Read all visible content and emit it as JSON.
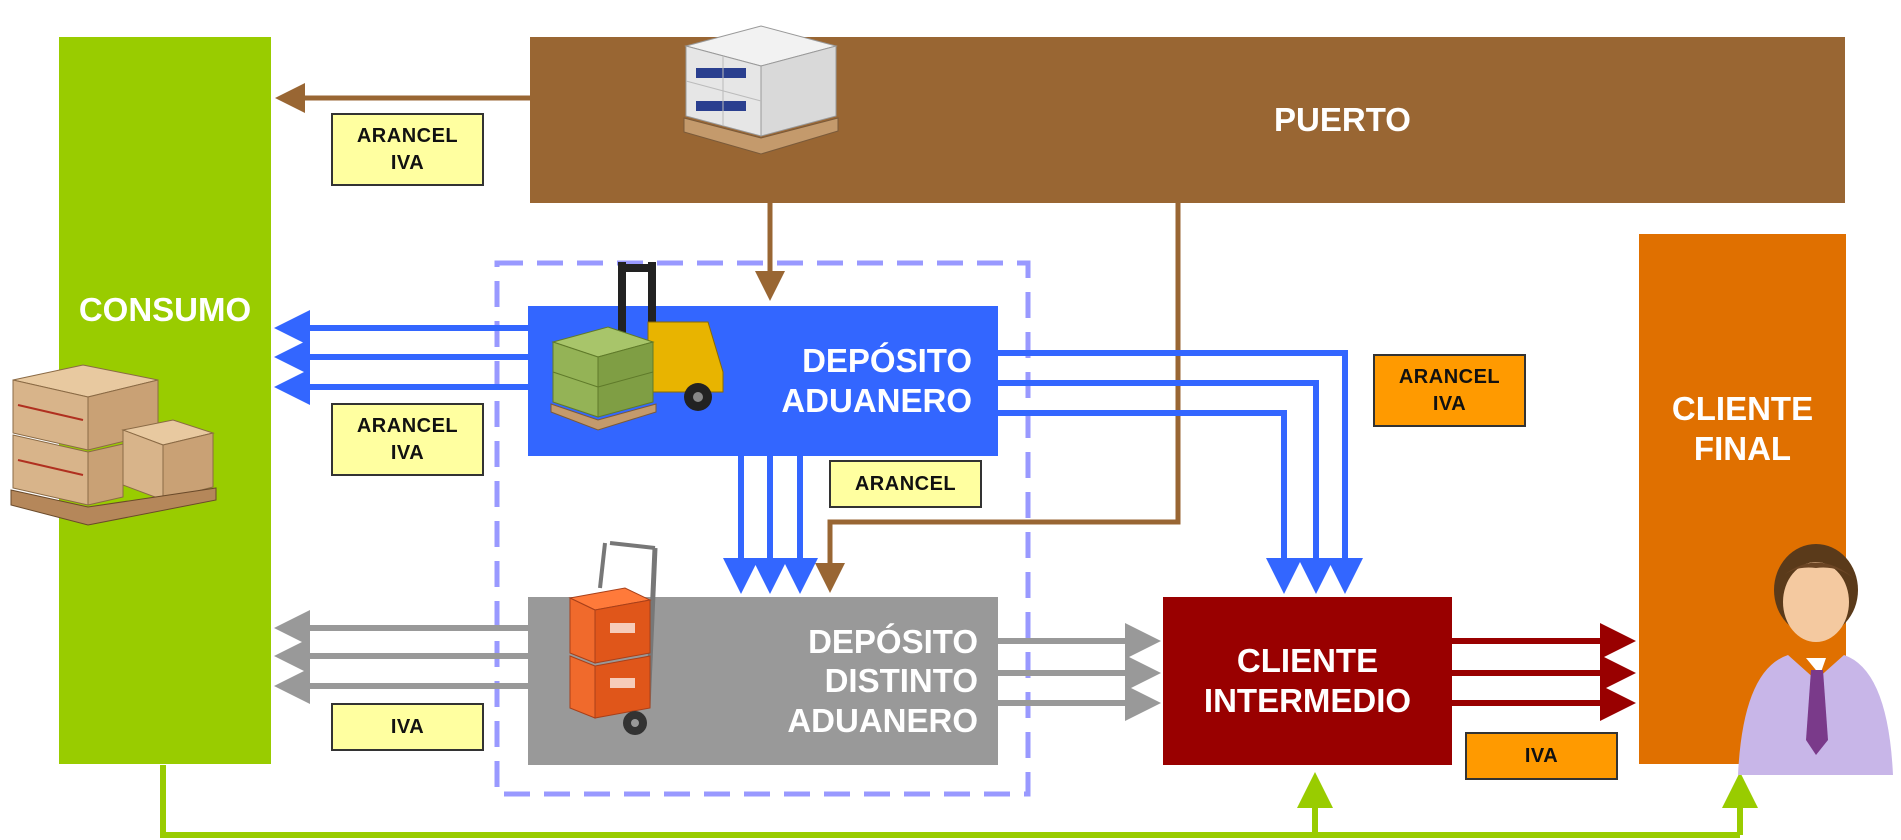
{
  "nodes": {
    "consumo": "CONSUMO",
    "puerto": "PUERTO",
    "deposito_aduanero": [
      "DEPÓSITO",
      "ADUANERO"
    ],
    "deposito_distinto": [
      "DEPÓSITO",
      "DISTINTO",
      "ADUANERO"
    ],
    "cliente_intermedio": [
      "CLIENTE",
      "INTERMEDIO"
    ],
    "cliente_final": [
      "CLIENTE",
      "FINAL"
    ]
  },
  "tags": {
    "puerto_consumo": [
      "ARANCEL",
      "IVA"
    ],
    "deposito_consumo": [
      "ARANCEL",
      "IVA"
    ],
    "deposito_to_distinto": "ARANCEL",
    "deposito_to_cliente": [
      "ARANCEL",
      "IVA"
    ],
    "distinto_consumo": "IVA",
    "intermedio_final": "IVA"
  },
  "colors": {
    "consumo": "#99cc00",
    "puerto": "#996633",
    "deposito_aduanero": "#3366ff",
    "deposito_distinto": "#999999",
    "cliente_intermedio": "#990000",
    "cliente_final": "#e07000",
    "tag_yellow": "#ffffa0",
    "tag_orange": "#ff9a00",
    "dashed_border": "#9999ff"
  },
  "icons": [
    "boxes-pallet-icon",
    "forklift-icon",
    "hand-truck-icon",
    "crates-pallet-icon",
    "person-icon"
  ]
}
